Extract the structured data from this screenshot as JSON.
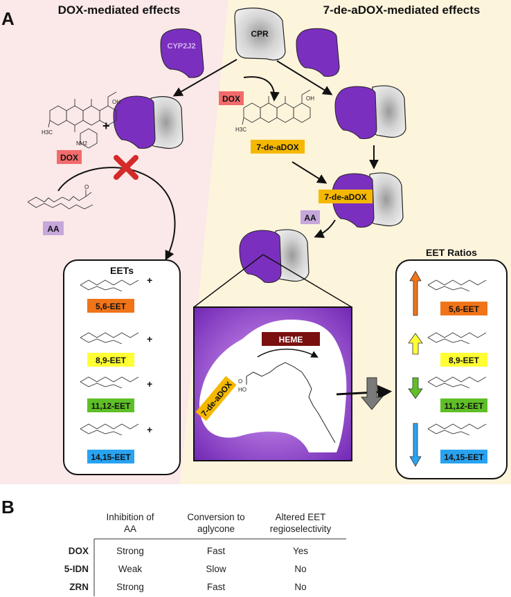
{
  "panel_a": {
    "letter": "A",
    "left_title": "DOX-mediated effects",
    "right_title": "7-de-aDOX-mediated effects",
    "enzymes": {
      "cyp": "CYP2J2",
      "cpr": "CPR"
    },
    "compounds": {
      "dox_left": "DOX",
      "dox_right": "DOX",
      "aglycone": "7-de-aDOX",
      "aglycone_bound": "7-de-aDOX",
      "aa_left": "AA",
      "aa_right": "AA",
      "heme": "HEME",
      "active_site": "7-de-aDOX"
    },
    "chem": {
      "methyl": "H3C",
      "oh": "OH",
      "oh2": "OH",
      "nh2": "NH2",
      "o": "O",
      "ho": "HO"
    },
    "plus": "+",
    "eets_box": {
      "title": "EETs",
      "items": [
        "5,6-EET",
        "8,9-EET",
        "11,12-EET",
        "14,15-EET"
      ]
    },
    "ratios_box": {
      "title": "EET Ratios",
      "items": [
        "5,6-EET",
        "8,9-EET",
        "11,12-EET",
        "14,15-EET"
      ],
      "directions": [
        "up",
        "up",
        "down",
        "down"
      ]
    },
    "colors": {
      "left_bg": "#fbe8e8",
      "right_bg": "#fdf4dc",
      "cyp": "#7b2fbf",
      "cpr": "#d9d9d9",
      "dox_label": "#f26b6b",
      "aglycone_label": "#f5b800",
      "aa_label": "#c6a7dc",
      "heme": "#7a1010",
      "eet56": "#f07418",
      "eet89": "#ffff33",
      "eet1112": "#5fbf26",
      "eet1415": "#29a3f0",
      "inhibit_x": "#d42a2a"
    }
  },
  "panel_b": {
    "letter": "B",
    "headers": [
      [
        "Inhibition of",
        "AA"
      ],
      [
        "Conversion to",
        "aglycone"
      ],
      [
        "Altered EET",
        "regioselectivity"
      ]
    ],
    "rows": [
      {
        "name": "DOX",
        "inhibition": "Strong",
        "conversion": "Fast",
        "altered": "Yes"
      },
      {
        "name": "5-IDN",
        "inhibition": "Weak",
        "conversion": "Slow",
        "altered": "No"
      },
      {
        "name": "ZRN",
        "inhibition": "Strong",
        "conversion": "Fast",
        "altered": "No"
      }
    ]
  }
}
